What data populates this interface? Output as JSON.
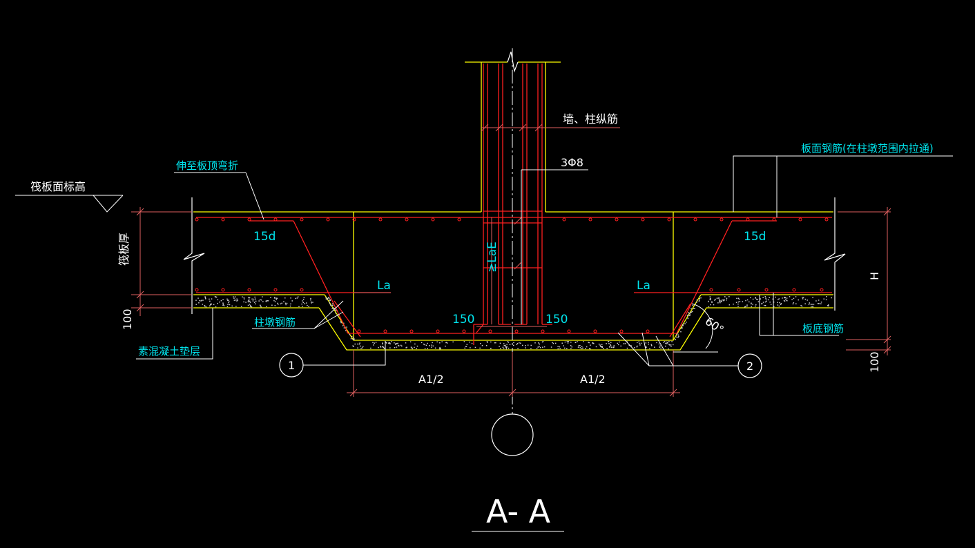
{
  "labels": {
    "raft_top_elev": "筏板面标高",
    "raft_thickness": "筏板厚",
    "bend_to_top": "伸至板顶弯折",
    "wall_col_bars": "墙、柱纵筋",
    "stirrups": "3Φ8",
    "slab_top_bars": "板面钢筋(在柱墩范围内拉通)",
    "pier_bars": "柱墩钢筋",
    "slab_bottom_bars": "板底钢筋",
    "plain_concrete_cushion": "素混凝土垫层",
    "hook_left": "15d",
    "hook_right": "15d",
    "anchor_left": "La",
    "anchor_right": "La",
    "lae": "≥LaE",
    "ext_left": "150",
    "ext_right": "150",
    "cushion_left": "100",
    "cushion_right": "100",
    "height": "H",
    "angle": "60°",
    "half_a_left": "A1/2",
    "half_a_right": "A1/2",
    "callout_1": "1",
    "callout_2": "2",
    "section_title": "A- A"
  },
  "colors": {
    "background": "#000000",
    "concrete_outline": "#ffff00",
    "rebar": "#ff2020",
    "leader": "#ffffff",
    "label_text": "#00e5ee",
    "dimension": "#e06060"
  }
}
